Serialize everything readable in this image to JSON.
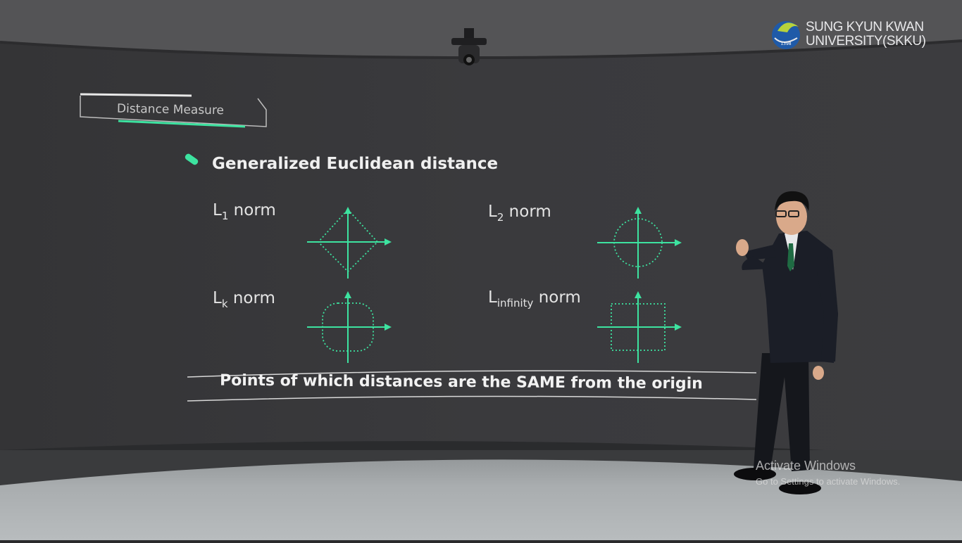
{
  "logo": {
    "line1": "SUNG KYUN KWAN",
    "line2": "UNIVERSITY(SKKU)",
    "emblem_year": "1398"
  },
  "slide": {
    "section_title": "Distance Measure",
    "heading": "Generalized Euclidean distance",
    "norms": [
      {
        "base": "L",
        "sub": "1",
        "suffix": " norm",
        "shape": "diamond"
      },
      {
        "base": "L",
        "sub": "2",
        "suffix": " norm",
        "shape": "circle"
      },
      {
        "base": "L",
        "sub": "k",
        "suffix": " norm",
        "shape": "rounded-square"
      },
      {
        "base": "L",
        "sub": "infinity",
        "suffix": " norm",
        "shape": "square"
      }
    ],
    "caption": "Points of which distances are the SAME from the origin",
    "accent_color": "#3de3a0"
  },
  "watermark": {
    "title": "Activate Windows",
    "subtitle": "Go to Settings to activate Windows."
  }
}
